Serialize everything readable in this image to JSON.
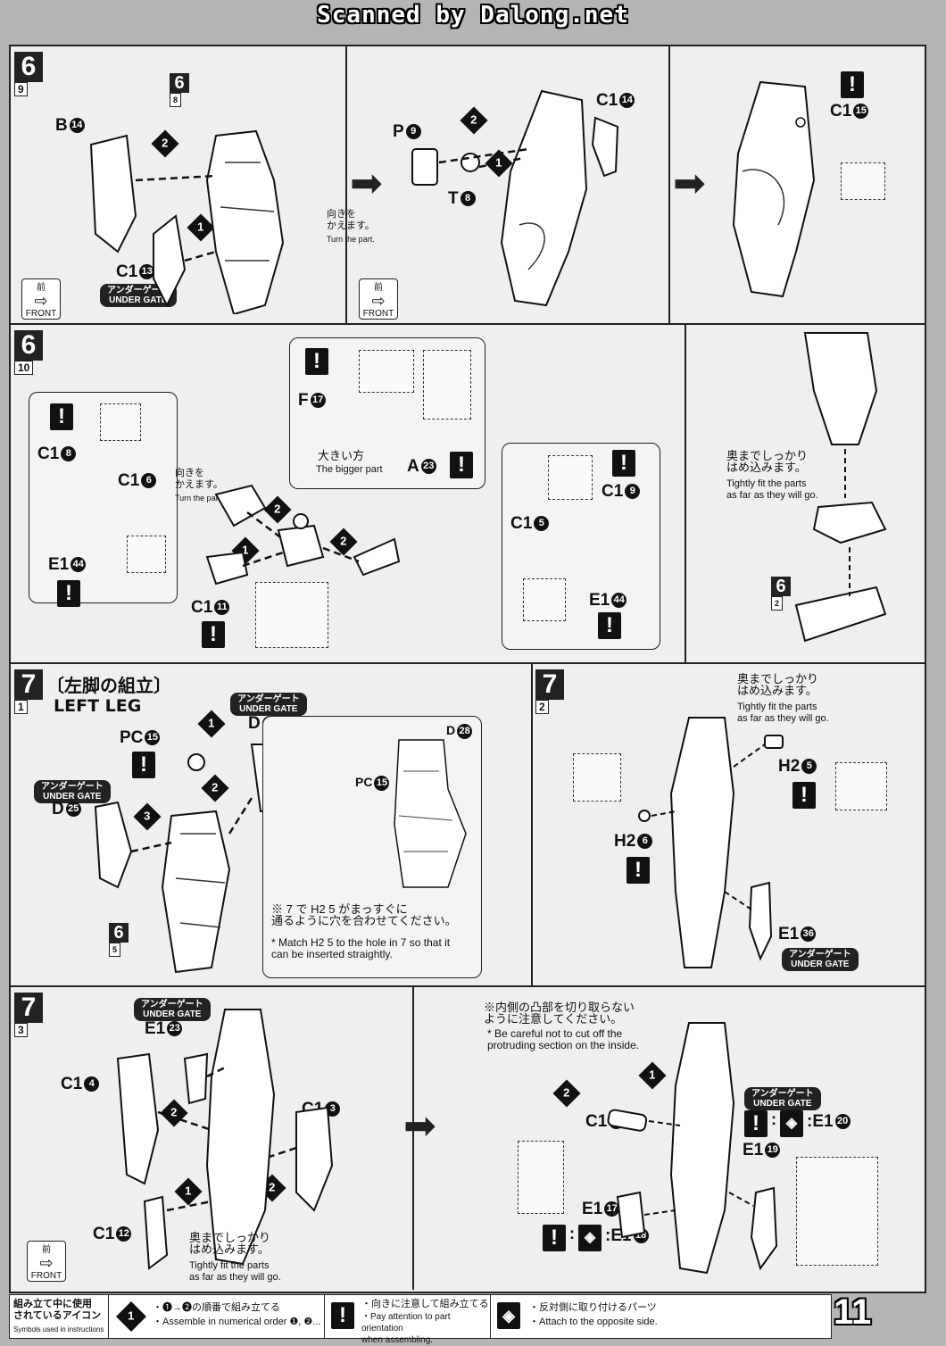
{
  "banner": "Scanned by Dalong.net",
  "page_number": "11",
  "common": {
    "front_jp": "前",
    "front_en": "FRONT",
    "under_gate_jp": "アンダーゲート",
    "under_gate_en": "UNDER GATE",
    "turn_jp": "向きを\nかえます。",
    "turn_en": "Turn the part.",
    "fit_jp": "奥までしっかり\nはめ込みます。",
    "fit_en": "Tightly fit the parts\nas far as they will go."
  },
  "step6_9": {
    "step": "6",
    "sub": "9",
    "ref_step": "6",
    "ref_sub": "8",
    "parts": {
      "b": "B",
      "b_n": "14",
      "c1a": "C1",
      "c1a_n": "13",
      "p": "P",
      "p_n": "9",
      "t": "T",
      "t_n": "8",
      "c1b": "C1",
      "c1b_n": "14",
      "c1c": "C1",
      "c1c_n": "15"
    }
  },
  "step6_10": {
    "step": "6",
    "sub": "10",
    "parts": {
      "c18": "C1",
      "c18_n": "8",
      "c16": "C1",
      "c16_n": "6",
      "e1a": "E1",
      "e1a_n": "44",
      "f": "F",
      "f_n": "17",
      "a": "A",
      "a_n": "23",
      "c111": "C1",
      "c111_n": "11",
      "c19": "C1",
      "c19_n": "9",
      "c15": "C1",
      "c15_n": "5",
      "e1b": "E1",
      "e1b_n": "44"
    },
    "bigger_jp": "大きい方",
    "bigger_en": "The bigger part",
    "ref_step": "6",
    "ref_sub": "2"
  },
  "step7_1": {
    "step": "7",
    "sub": "1",
    "title_jp": "〔左脚の組立〕",
    "title_en": "LEFT LEG",
    "parts": {
      "pc": "PC",
      "pc_n": "15",
      "d28": "D",
      "d28_n": "28",
      "d25": "D",
      "d25_n": "25"
    },
    "ref_step": "6",
    "ref_sub": "5",
    "note_jp": "※ 7 で H2 5 がまっすぐに\n通るように穴を合わせてください。",
    "note_en": "* Match H2 5 to the hole in 7 so that it\ncan be inserted straightly."
  },
  "step7_2": {
    "step": "7",
    "sub": "2",
    "parts": {
      "h25": "H2",
      "h25_n": "5",
      "h26": "H2",
      "h26_n": "6",
      "e136": "E1",
      "e136_n": "36"
    }
  },
  "step7_3": {
    "step": "7",
    "sub": "3",
    "parts": {
      "e123": "E1",
      "e123_n": "23",
      "c14": "C1",
      "c14_n": "4",
      "c13": "C1",
      "c13_n": "3",
      "c112": "C1",
      "c112_n": "12",
      "c110": "C1",
      "c110_n": "10",
      "e120": "E1",
      "e120_n": "20",
      "e119": "E1",
      "e119_n": "19",
      "e117": "E1",
      "e117_n": "17",
      "e118": "E1",
      "e118_n": "18"
    },
    "note_jp": "※内側の凸部を切り取らない\nように注意してください。",
    "note_en": "* Be careful not to cut off the\nprotruding section on the inside."
  },
  "legend": {
    "title_jp": "組み立て中に使用\nされているアイコン",
    "title_en": "Symbols used in instructions",
    "order_jp": "・❶→❷の順番で組み立てる",
    "order_en": "・Assemble in numerical order ❶, ❷...",
    "orient_jp": "・向きに注意して組み立てる",
    "orient_en": "・Pay attention to part orientation\n when assembling.",
    "opposite_jp": "・反対側に取り付けるパーツ",
    "opposite_en": "・Attach to the opposite side."
  }
}
